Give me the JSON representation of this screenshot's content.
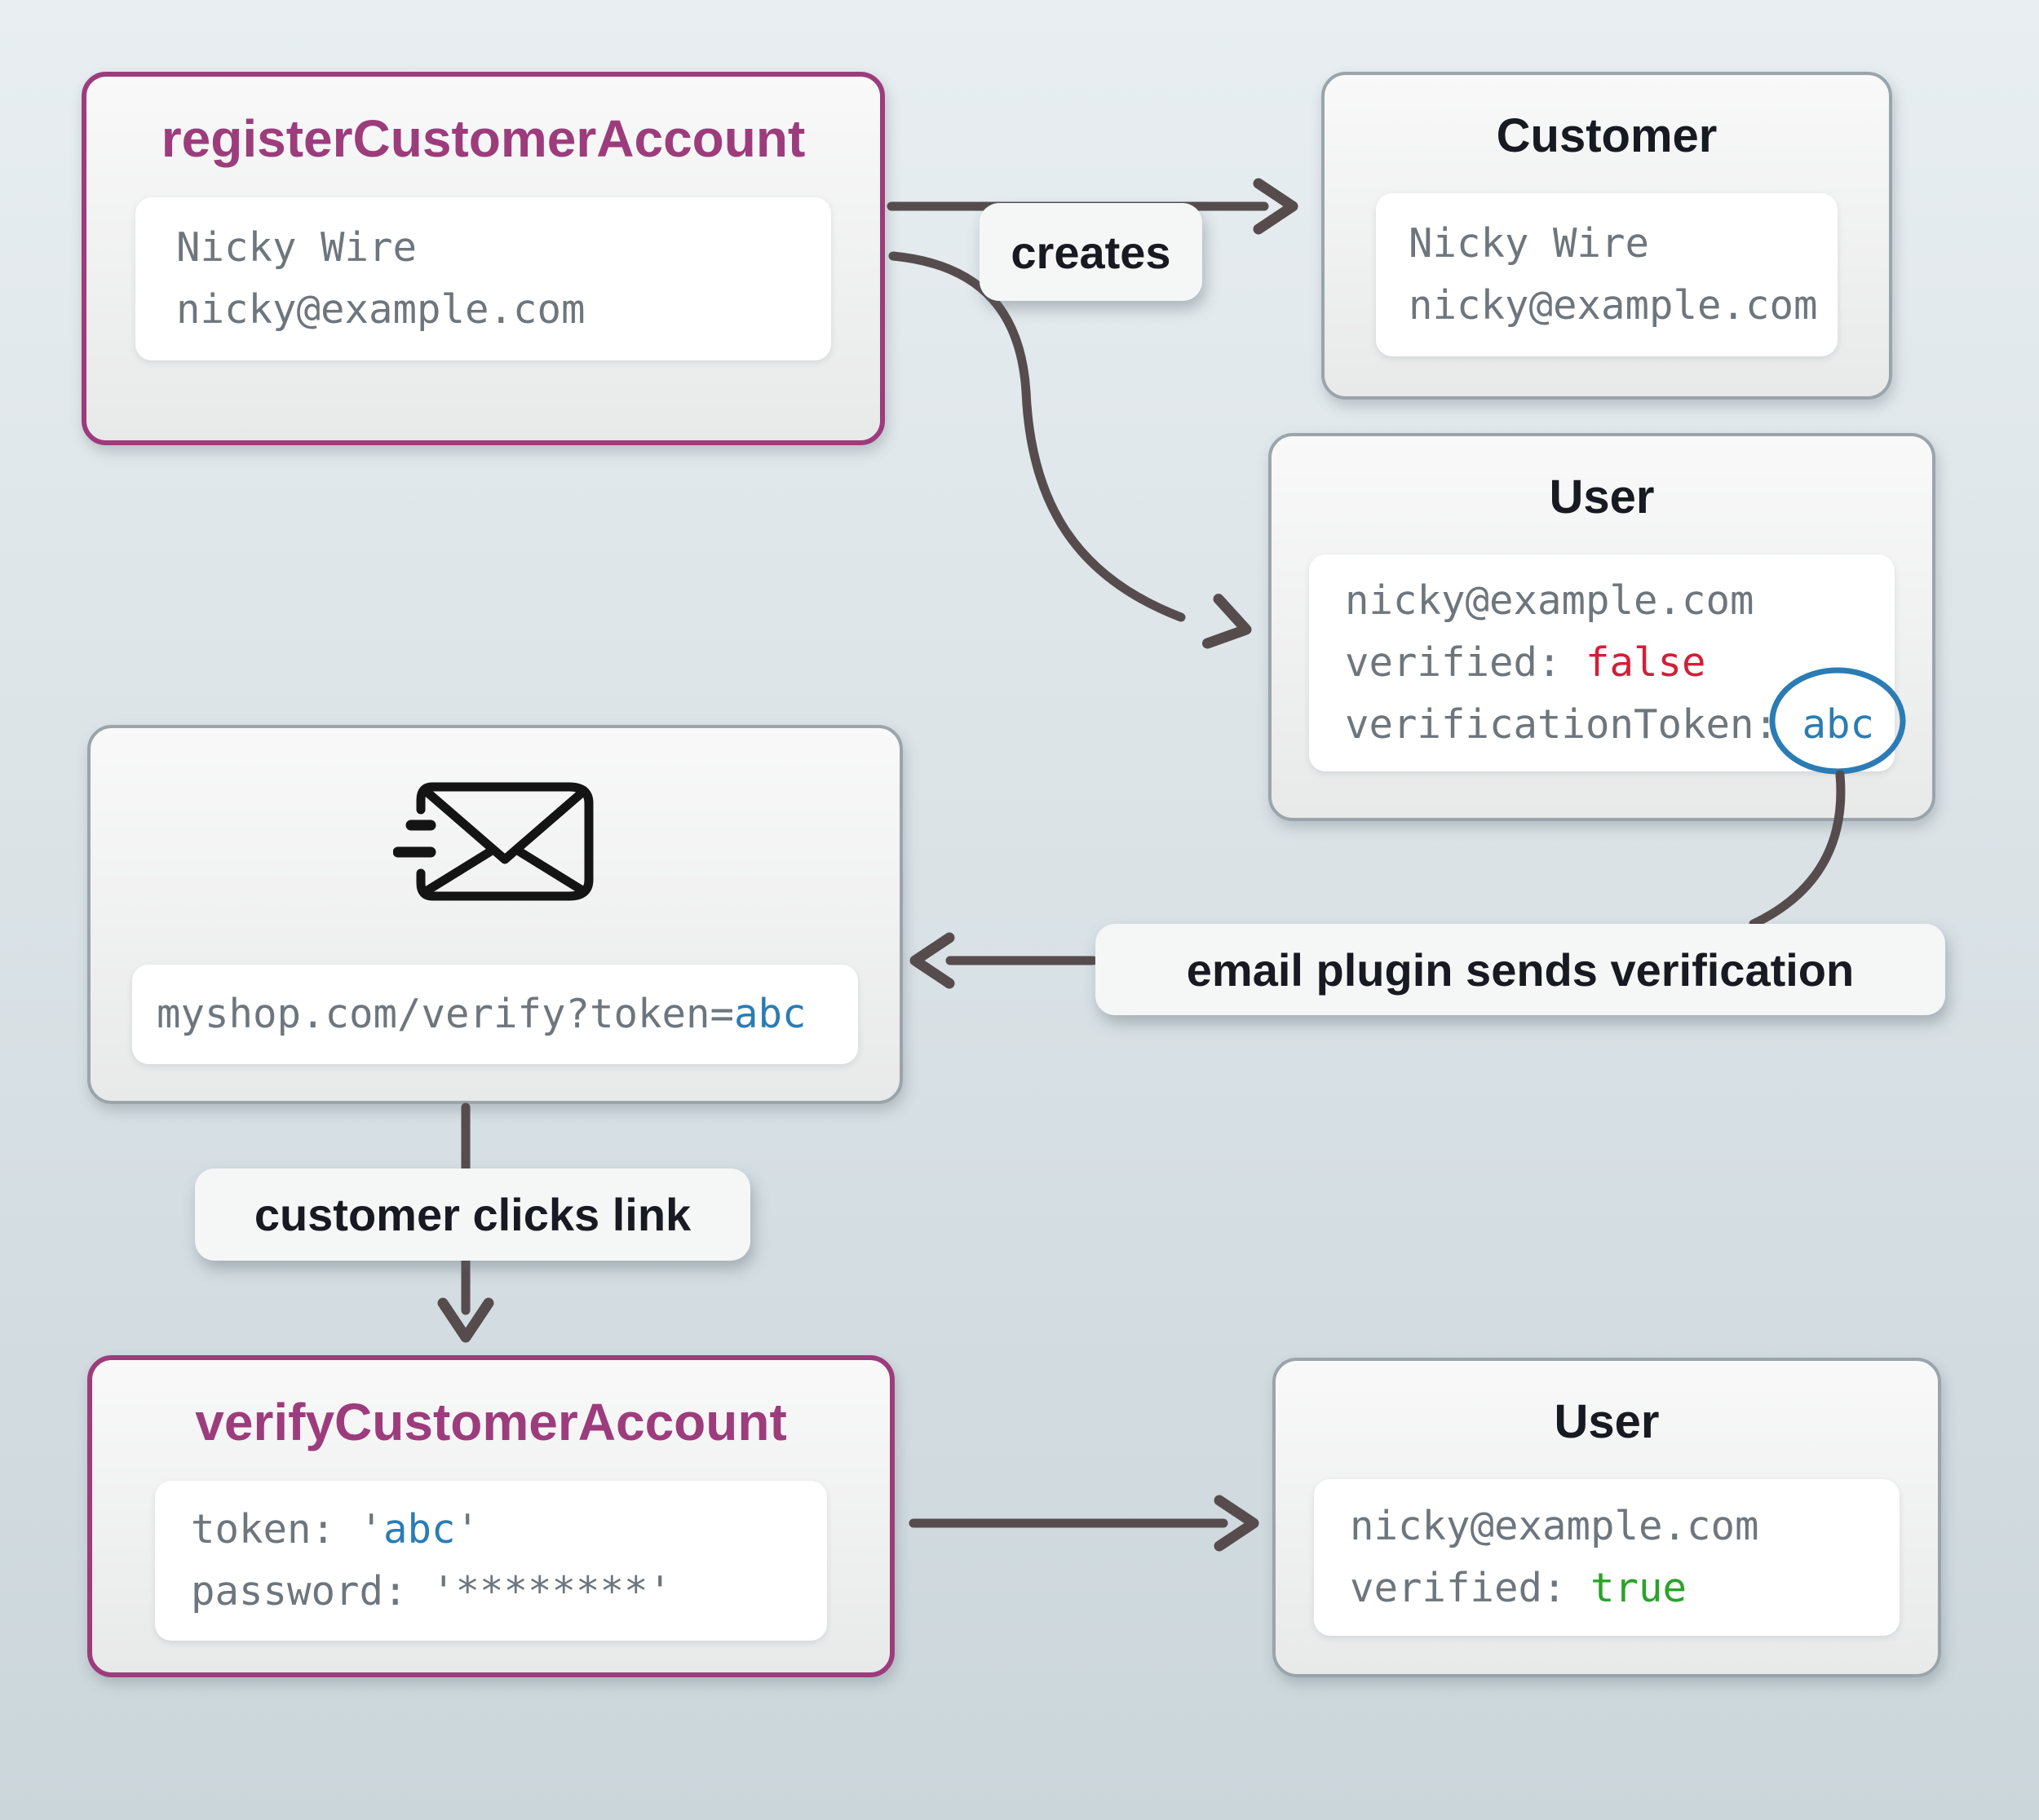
{
  "colors": {
    "background_top": "#e8eef1",
    "background_bottom": "#cbd6db",
    "card_top": "#f9f9f9",
    "card_bottom": "#e8e9e9",
    "card_border": "#9aa5ab",
    "accent_purple": "#9d3c7c",
    "title_dark": "#171a21",
    "code_gray": "#6e767d",
    "code_red": "#d02038",
    "code_green": "#2aa32a",
    "code_blue": "#2b7cb4",
    "arrow": "#564c4d",
    "pill_bg": "#f5f6f6",
    "icon_black": "#141414",
    "inner_white": "#ffffff"
  },
  "nodes": {
    "register": {
      "title": "registerCustomerAccount",
      "name": "Nicky Wire",
      "email": "nicky@example.com"
    },
    "customer": {
      "title": "Customer",
      "name": "Nicky Wire",
      "email": "nicky@example.com"
    },
    "user_unverified": {
      "title": "User",
      "email": "nicky@example.com",
      "verified_label": "verified: ",
      "verified_value": "false",
      "token_label": "verificationToken: ",
      "token_value": "abc"
    },
    "email_message": {
      "icon": "send-email-icon",
      "url_prefix": "myshop.com/verify?token=",
      "url_token": "abc"
    },
    "verify": {
      "title": "verifyCustomerAccount",
      "token_label": "token: ",
      "token_open_quote": "'",
      "token_value": "abc",
      "token_close_quote": "'",
      "password_label": "password: ",
      "password_value": "'********'"
    },
    "user_verified": {
      "title": "User",
      "email": "nicky@example.com",
      "verified_label": "verified: ",
      "verified_value": "true"
    }
  },
  "edges": {
    "creates": "creates",
    "email_plugin": "email plugin sends verification",
    "customer_clicks": "customer clicks link"
  }
}
